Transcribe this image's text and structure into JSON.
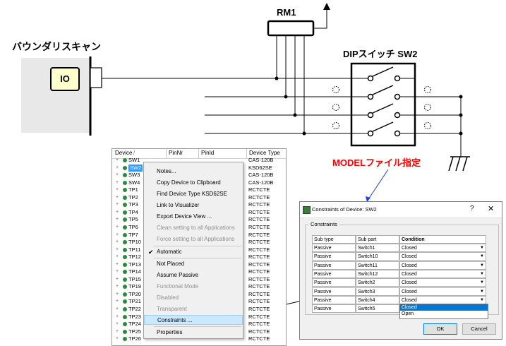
{
  "diagram": {
    "boundary_scan_label": "バウンダリスキャン",
    "io_label": "IO",
    "rm1_label": "RM1",
    "dip_label": "DIPスイッチ  SW2",
    "model_note": "MODELファイル指定"
  },
  "colors": {
    "io_fill": "#ffffcc",
    "model_note": "#ff0000",
    "arrow": "#1a3cf0",
    "selection": "#0078d7"
  },
  "tree": {
    "headers": [
      "Device",
      "PinNr",
      "PinId",
      "Device Type"
    ],
    "rows": [
      {
        "name": "SW1",
        "type": "CAS-120B"
      },
      {
        "name": "SW2",
        "type": "KSD62SE",
        "selected": true
      },
      {
        "name": "SW3",
        "type": "CAS-120B"
      },
      {
        "name": "SW4",
        "type": "CAS-120B"
      },
      {
        "name": "TP1",
        "type": "RCTCTE"
      },
      {
        "name": "TP2",
        "type": "RCTCTE"
      },
      {
        "name": "TP3",
        "type": "RCTCTE"
      },
      {
        "name": "TP4",
        "type": "RCTCTE"
      },
      {
        "name": "TP5",
        "type": "RCTCTE"
      },
      {
        "name": "TP6",
        "type": "RCTCTE"
      },
      {
        "name": "TP7",
        "type": "RCTCTE"
      },
      {
        "name": "TP10",
        "type": "RCTCTE"
      },
      {
        "name": "TP11",
        "type": "RCTCTE"
      },
      {
        "name": "TP12",
        "type": "RCTCTE"
      },
      {
        "name": "TP13",
        "type": "RCTCTE"
      },
      {
        "name": "TP14",
        "type": "RCTCTE"
      },
      {
        "name": "TP15",
        "type": "RCTCTE"
      },
      {
        "name": "TP19",
        "type": "RCTCTE"
      },
      {
        "name": "TP20",
        "type": "RCTCTE"
      },
      {
        "name": "TP21",
        "type": "RCTCTE"
      },
      {
        "name": "TP22",
        "type": "RCTCTE"
      },
      {
        "name": "TP23",
        "type": "RCTCTE"
      },
      {
        "name": "TP24",
        "type": "RCTCTE"
      },
      {
        "name": "TP25",
        "type": "RCTCTE"
      },
      {
        "name": "TP26",
        "type": "RCTCTE"
      }
    ]
  },
  "context_menu": {
    "notes": "Notes...",
    "copy": "Copy Device to Clipboard",
    "find": "Find Device Type KSD62SE",
    "link": "Link to Visualizer",
    "export": "Export Device View ...",
    "clean": "Clean setting to all Applications",
    "force": "Force setting to all Applications",
    "automatic": "Automatic",
    "not_placed": "Not Placed",
    "assume_passive": "Assume Passive",
    "functional": "Functional Mode",
    "disabled": "Disabled",
    "transparent": "Transparent",
    "constraints": "Constraints ...",
    "properties": "Properties"
  },
  "dialog": {
    "title": "Constraints of Device: SW2",
    "help": "?",
    "close": "✕",
    "group": "Constraints",
    "headers": [
      "Sub type",
      "Sub part",
      "Condition"
    ],
    "rows": [
      [
        "Passive",
        "Switch1",
        "Closed"
      ],
      [
        "Passive",
        "Switch10",
        "Closed"
      ],
      [
        "Passive",
        "Switch11",
        "Closed"
      ],
      [
        "Passive",
        "Switch12",
        "Closed"
      ],
      [
        "Passive",
        "Switch2",
        "Closed"
      ],
      [
        "Passive",
        "Switch3",
        "Closed"
      ],
      [
        "Passive",
        "Switch4",
        "Closed"
      ],
      [
        "Passive",
        "Switch5",
        "Closed"
      ]
    ],
    "dropdown_options": [
      "Closed",
      "Open"
    ],
    "ok": "OK",
    "cancel": "Cancel"
  }
}
